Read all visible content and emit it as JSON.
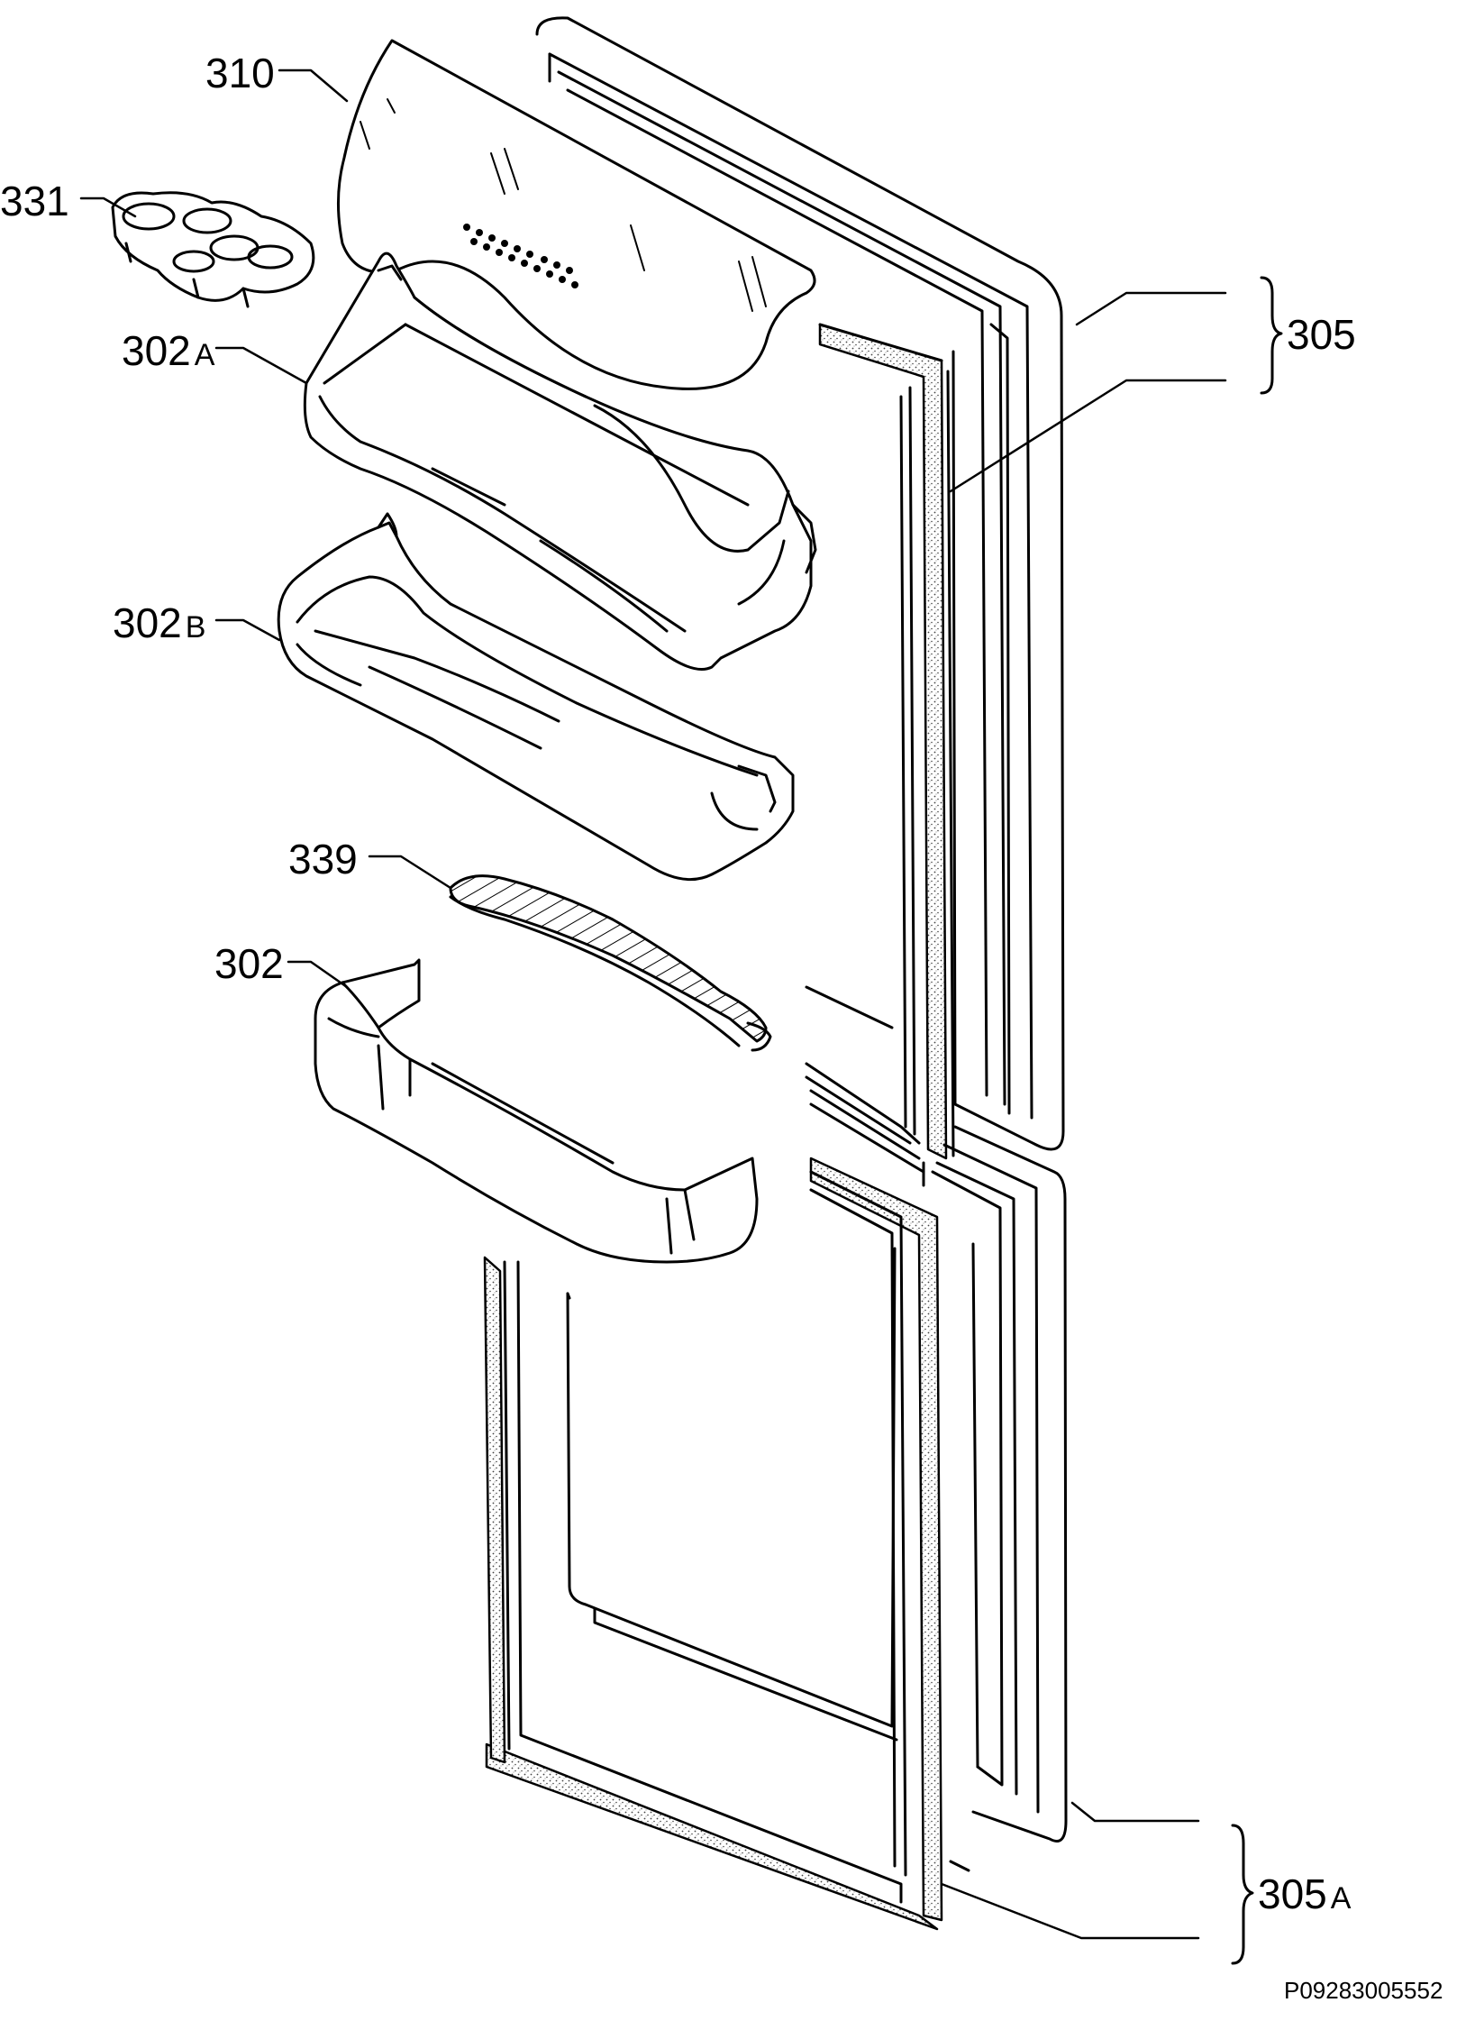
{
  "labels": {
    "p310": "310",
    "p331": "331",
    "p302a_num": "302",
    "p302a_suffix": "A",
    "p302b_num": "302",
    "p302b_suffix": "B",
    "p339": "339",
    "p302": "302",
    "p305": "305",
    "p305a_num": "305",
    "p305a_suffix": "A"
  },
  "doc_code": "P09283005552",
  "colors": {
    "line": "#000000",
    "background": "#ffffff",
    "gasket_speckle": "#555555"
  }
}
